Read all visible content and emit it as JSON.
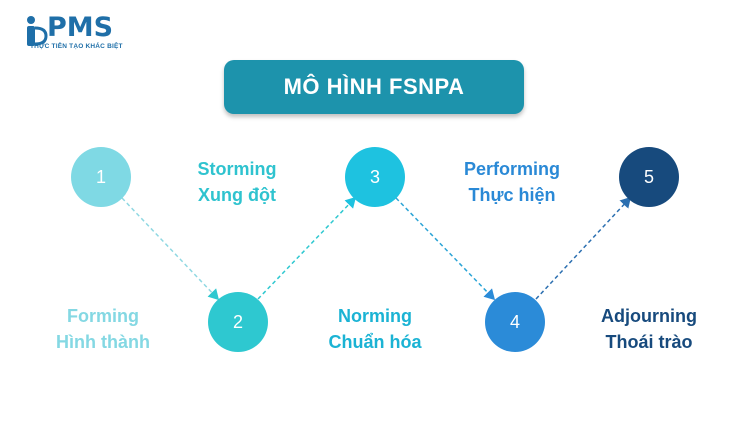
{
  "logo": {
    "mark": "PMS",
    "tagline": "THỰC TIỄN TẠO KHÁC BIỆT",
    "color": "#1f6fa8"
  },
  "title": "MÔ HÌNH FSNPA",
  "nodes": [
    {
      "number": "1",
      "color": "#7fd9e4"
    },
    {
      "number": "2",
      "color": "#2ec8d0"
    },
    {
      "number": "3",
      "color": "#1ec2e0"
    },
    {
      "number": "4",
      "color": "#2b8bd8"
    },
    {
      "number": "5",
      "color": "#174a7d"
    }
  ],
  "stages": [
    {
      "en": "Forming",
      "vi": "Hình thành",
      "color": "#84d8e3"
    },
    {
      "en": "Storming",
      "vi": "Xung đột",
      "color": "#2fc3cf"
    },
    {
      "en": "Norming",
      "vi": "Chuẩn hóa",
      "color": "#1bb3d4"
    },
    {
      "en": "Performing",
      "vi": "Thực hiện",
      "color": "#2a89d6"
    },
    {
      "en": "Adjourning",
      "vi": "Thoái trào",
      "color": "#174a7d"
    }
  ]
}
